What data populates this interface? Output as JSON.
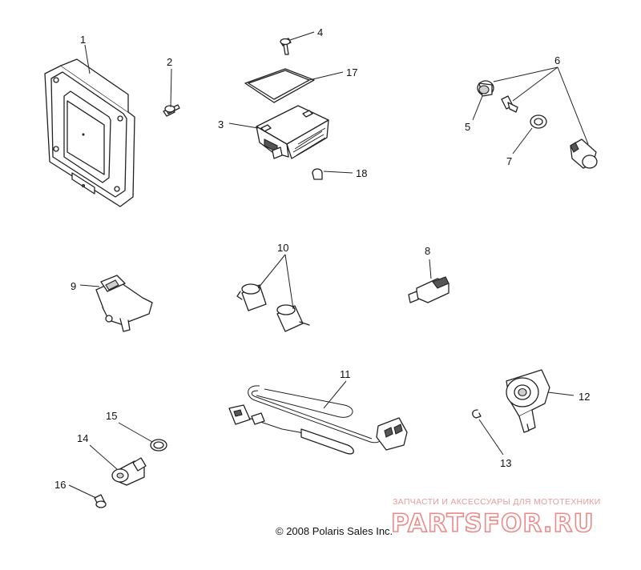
{
  "callouts": {
    "c1": "1",
    "c2": "2",
    "c3": "3",
    "c4": "4",
    "c5": "5",
    "c6": "6",
    "c7": "7",
    "c8": "8",
    "c9": "9",
    "c10": "10",
    "c11": "11",
    "c12": "12",
    "c13": "13",
    "c14": "14",
    "c15": "15",
    "c16": "16",
    "c17": "17",
    "c18": "18"
  },
  "copyright": "© 2008 Polaris Sales Inc.",
  "watermark": {
    "tagline": "ЗАПЧАСТИ И АКСЕССУАРЫ ДЛЯ МОТОТЕХНИКИ",
    "brand": "PARTSFOR.RU",
    "color": "#e03a3a"
  }
}
